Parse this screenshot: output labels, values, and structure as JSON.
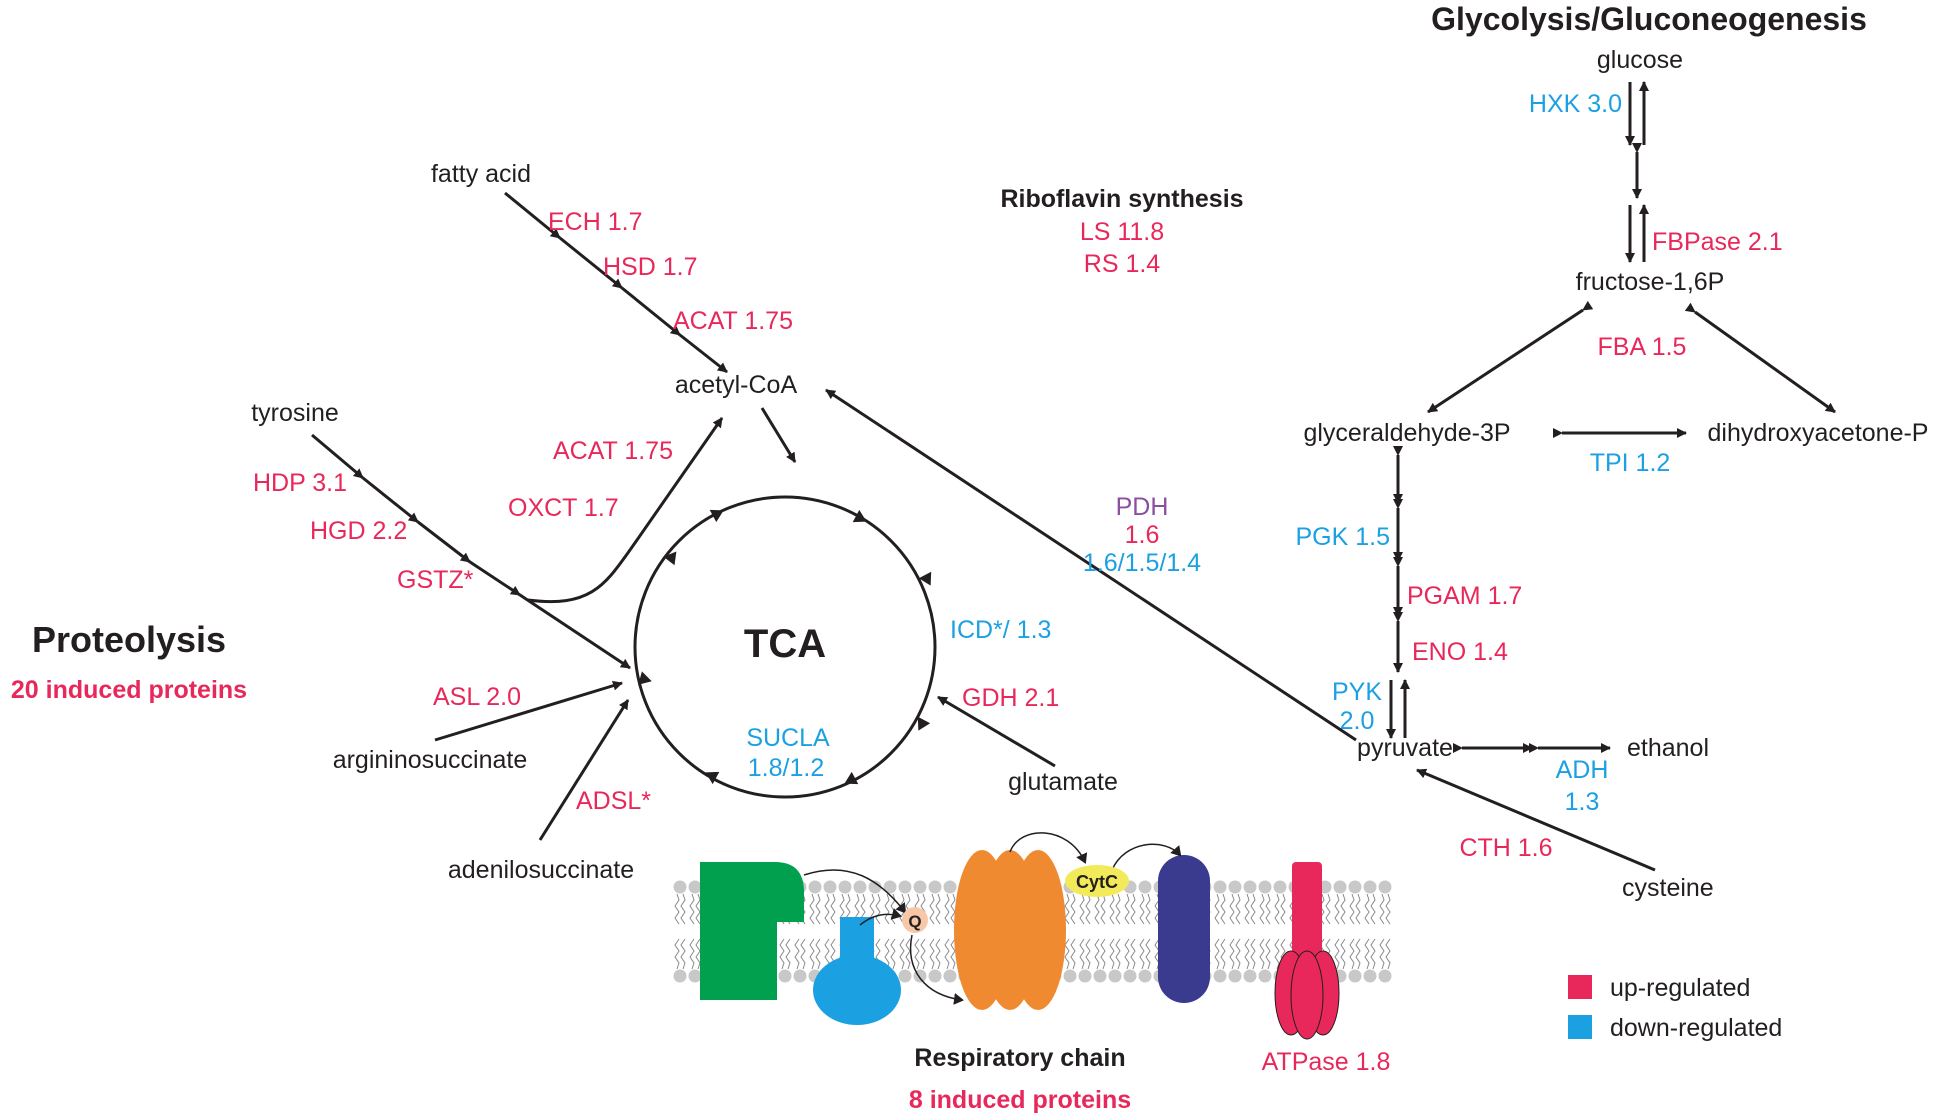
{
  "titles": {
    "glycolysis": "Glycolysis/Gluconeogenesis",
    "riboflavin": "Riboflavin synthesis",
    "proteolysis": "Proteolysis",
    "proteolysis_sub": "20 induced proteins",
    "tca": "TCA",
    "respiratory": "Respiratory chain",
    "respiratory_sub": "8 induced proteins"
  },
  "metabolites": {
    "glucose": "glucose",
    "fructose": "fructose-1,6P",
    "g3p": "glyceraldehyde-3P",
    "dhap": "dihydroxyacetone-P",
    "pyruvate": "pyruvate",
    "ethanol": "ethanol",
    "cysteine": "cysteine",
    "fatty_acid": "fatty acid",
    "acetyl_coa": "acetyl-CoA",
    "tyrosine": "tyrosine",
    "argininosuccinate": "argininosuccinate",
    "adenilosuccinate": "adenilosuccinate",
    "glutamate": "glutamate"
  },
  "enzymes": {
    "hxk": "HXK 3.0",
    "fbpase": "FBPase 2.1",
    "fba": "FBA 1.5",
    "tpi": "TPI 1.2",
    "pgk": "PGK 1.5",
    "pgam": "PGAM 1.7",
    "eno": "ENO 1.4",
    "pyk_1": "PYK",
    "pyk_2": "2.0",
    "adh_1": "ADH",
    "adh_2": "1.3",
    "cth": "CTH 1.6",
    "ls": "LS 11.8",
    "rs": "RS 1.4",
    "pdh_1": "PDH",
    "pdh_2": "1.6",
    "pdh_3": "1.6/1.5/1.4",
    "ech": "ECH 1.7",
    "hsd": "HSD 1.7",
    "acat_top": "ACAT 1.75",
    "acat_mid": "ACAT 1.75",
    "oxct": "OXCT 1.7",
    "hdp": "HDP 3.1",
    "hgd": "HGD 2.2",
    "gstz": "GSTZ*",
    "asl": "ASL 2.0",
    "adsl": "ADSL*",
    "icd": "ICD*/ 1.3",
    "gdh": "GDH 2.1",
    "sucla_1": "SUCLA",
    "sucla_2": "1.8/1.2",
    "q": "Q",
    "cytc": "CytC",
    "atpase": "ATPase 1.8"
  },
  "legend": {
    "up": "up-regulated",
    "down": "down-regulated"
  },
  "colors": {
    "up": "#e8285a",
    "down": "#1ba1e2",
    "pdh": "#8a4f9e",
    "text": "#231f20",
    "complex1": "#00a04f",
    "complex2": "#1ba1e2",
    "complex3": "#f08a30",
    "complex4": "#3a3a8f",
    "atpase": "#e8285a",
    "cytc": "#f2ea5a",
    "quinone": "#f7c7a8",
    "membrane": "#c8c8c8"
  }
}
